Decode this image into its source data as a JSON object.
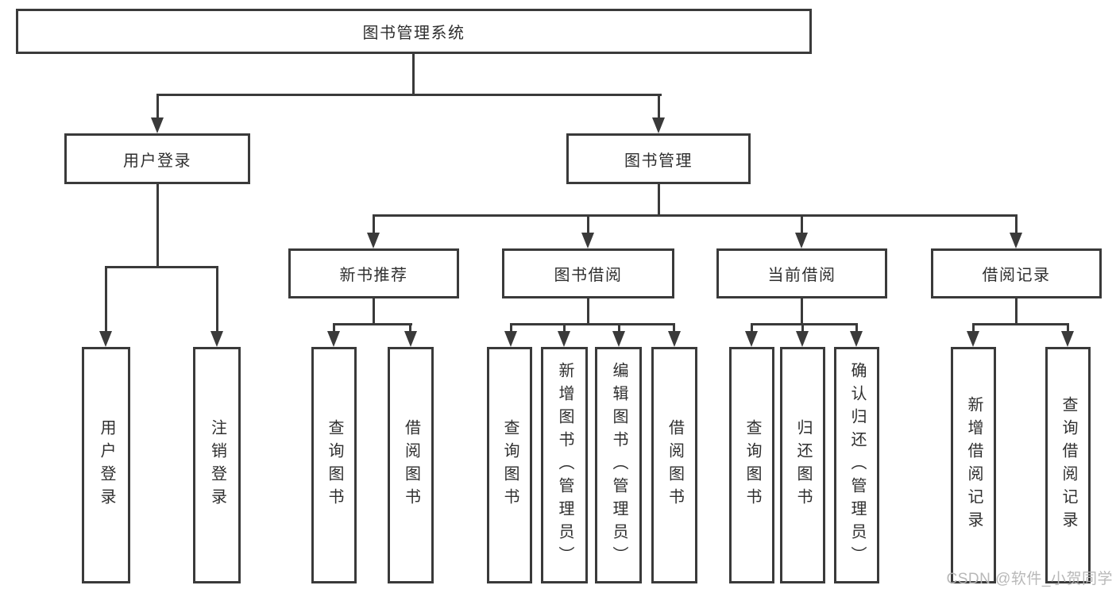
{
  "nodes": {
    "root": "图书管理系统",
    "user_login": "用户登录",
    "book_mgmt": "图书管理",
    "new_book_rec": "新书推荐",
    "book_borrowing": "图书借阅",
    "current_borrowing": "当前借阅",
    "borrowing_records": "借阅记录",
    "leaf_user_login": "用户登录",
    "leaf_logout": "注销登录",
    "rec_query_books": "查询图书",
    "rec_borrow_books": "借阅图书",
    "bor_query_books": "查询图书",
    "bor_add_books": "新增图书（管理员）",
    "bor_edit_books": "编辑图书（管理员）",
    "bor_borrow_books": "借阅图书",
    "cur_query_books": "查询图书",
    "cur_return_books": "归还图书",
    "cur_confirm_return": "确认归还（管理员）",
    "rcd_add_record": "新增借阅记录",
    "rcd_query_record": "查询借阅记录"
  },
  "hierarchy": {
    "图书管理系统": [
      "用户登录",
      "图书管理"
    ],
    "用户登录": [
      "用户登录",
      "注销登录"
    ],
    "图书管理": [
      "新书推荐",
      "图书借阅",
      "当前借阅",
      "借阅记录"
    ],
    "新书推荐": [
      "查询图书",
      "借阅图书"
    ],
    "图书借阅": [
      "查询图书",
      "新增图书（管理员）",
      "编辑图书（管理员）",
      "借阅图书"
    ],
    "当前借阅": [
      "查询图书",
      "归还图书",
      "确认归还（管理员）"
    ],
    "借阅记录": [
      "新增借阅记录",
      "查询借阅记录"
    ]
  },
  "watermark": {
    "text": "CSDN @软件_小贺同学"
  },
  "colors": {
    "line": "#3a3a3a",
    "text": "#2f2f2f",
    "watermark": "#b5b5b5",
    "background": "#ffffff"
  }
}
